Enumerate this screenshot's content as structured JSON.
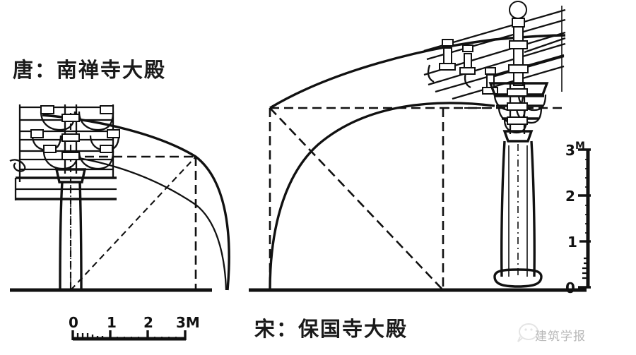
{
  "figure": {
    "kind": "architectural-comparison-drawing",
    "background_color": "#ffffff",
    "ink_color": "#111111",
    "watermark_color": "#b9b9b9"
  },
  "left_panel": {
    "title": "唐：南禅寺大殿",
    "dynasty": "唐",
    "building": "南禅寺大殿",
    "description": "section of eave bracket set, column and roof-curve construction geometry"
  },
  "right_panel": {
    "title": "宋：保国寺大殿",
    "dynasty": "宋",
    "building": "保国寺大殿",
    "description": "section of eave bracket set with ang cantilevers, column on plinth and roof-curve construction geometry"
  },
  "horizontal_scale": {
    "unit_label": "M",
    "ticks": [
      "0",
      "1",
      "2",
      "3"
    ],
    "end_label": "3M"
  },
  "vertical_scale": {
    "unit_label": "M",
    "ticks": [
      "0",
      "1",
      "2",
      "3"
    ],
    "top_label": "3M"
  },
  "watermark": {
    "text": "建筑学报",
    "icon": "wechat-logo-icon"
  }
}
